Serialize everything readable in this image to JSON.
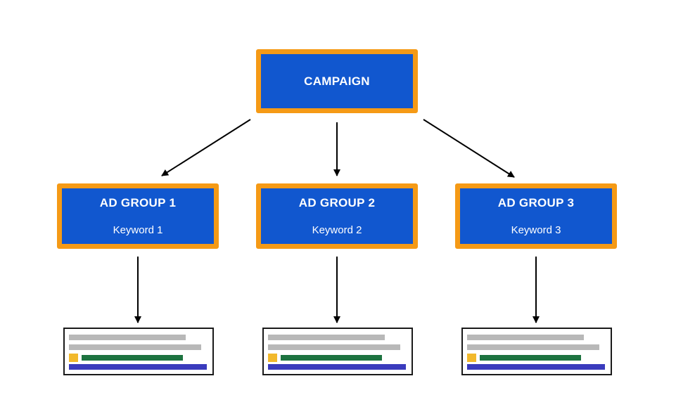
{
  "campaign": {
    "label": "CAMPAIGN"
  },
  "ad_groups": [
    {
      "label": "AD GROUP 1",
      "keyword": "Keyword 1"
    },
    {
      "label": "AD GROUP 2",
      "keyword": "Keyword 2"
    },
    {
      "label": "AD GROUP 3",
      "keyword": "Keyword 3"
    }
  ],
  "colors": {
    "box_fill": "#1157cf",
    "box_border": "#f59a16",
    "arrow": "#000000",
    "ad_text_lines": "#b8b8b8",
    "ad_badge": "#f2b92c",
    "ad_url_line": "#1d7340",
    "ad_link_line": "#3a3bbd"
  },
  "ad_previews": [
    {
      "icon": "ad-preview-icon"
    },
    {
      "icon": "ad-preview-icon"
    },
    {
      "icon": "ad-preview-icon"
    }
  ]
}
